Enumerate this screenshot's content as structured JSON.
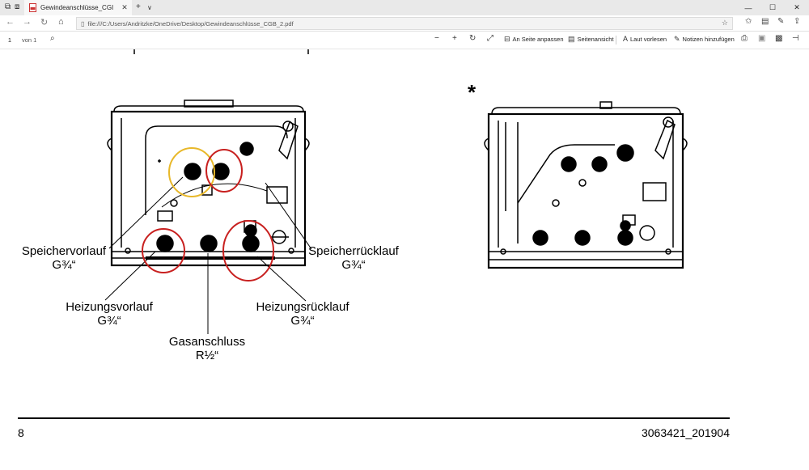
{
  "browser": {
    "tab_title": "Gewindeanschlüsse_CGI",
    "url": "file:///C:/Users/Andritzke/OneDrive/Desktop/Gewindeanschlüsse_CGB_2.pdf"
  },
  "pdf_toolbar": {
    "page_current": "1",
    "page_total_label": "von 1",
    "zoom_out": "−",
    "zoom_in": "+",
    "fit_page": "An Seite anpassen",
    "page_view": "Seitenansicht",
    "read_aloud": "Laut vorlesen",
    "add_notes": "Notizen hinzufügen"
  },
  "document": {
    "labels": {
      "speichervorlauf": "Speichervorlauf",
      "speichervorlauf_size": "G¾“",
      "speicherruecklauf": "Speicherrücklauf",
      "speicherruecklauf_size": "G¾“",
      "heizungsvorlauf": "Heizungsvorlauf",
      "heizungsvorlauf_size": "G¾“",
      "heizungsruecklauf": "Heizungsrücklauf",
      "heizungsruecklauf_size": "G¾“",
      "gasanschluss": "Gasanschluss",
      "gasanschluss_size": "R½“"
    },
    "asterisk": "*",
    "page_number": "8",
    "doc_id": "3063421_201904"
  },
  "colors": {
    "highlight_red": "#c8201f",
    "highlight_yellow": "#e8b82a"
  }
}
